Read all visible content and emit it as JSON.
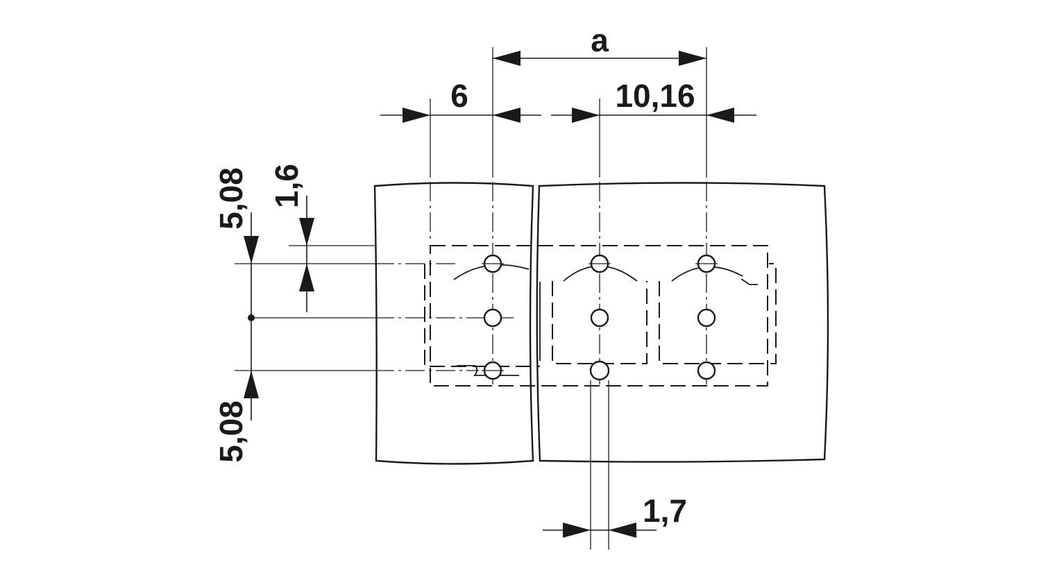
{
  "dimensions": {
    "a": "a",
    "offset_6": "6",
    "pitch": "10,16",
    "top_row_offset": "1,6",
    "upper_row_spacing": "5,08",
    "lower_row_spacing": "5,08",
    "hole_diameter": "1,7"
  },
  "colors": {
    "line": "#1a1a1a",
    "background": "#ffffff"
  }
}
